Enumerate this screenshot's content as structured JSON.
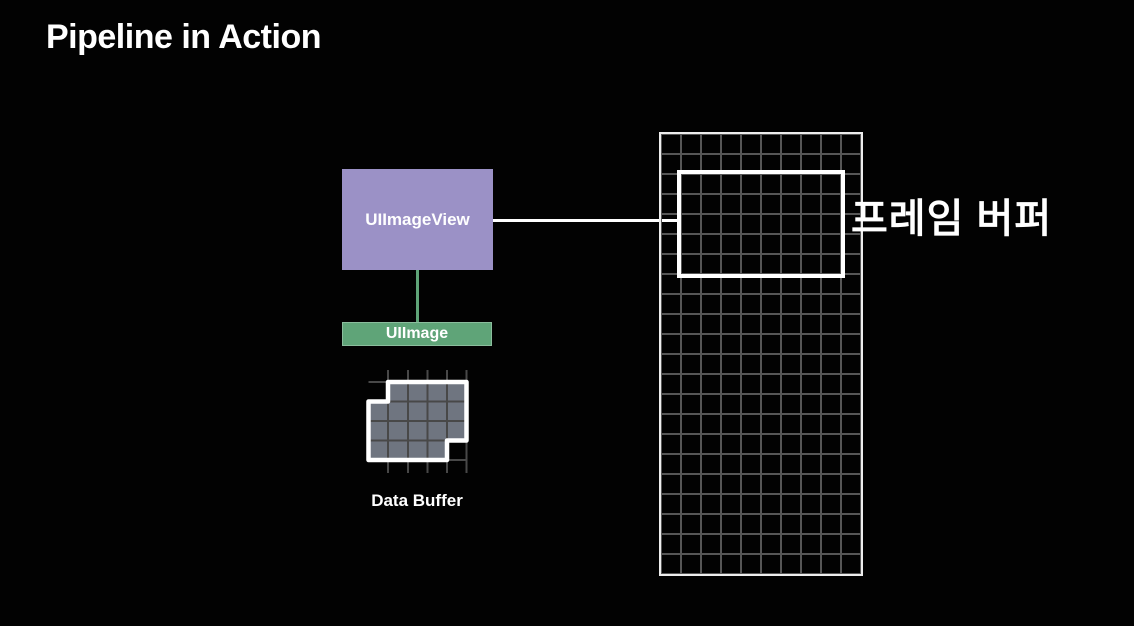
{
  "slide": {
    "title": "Pipeline in Action"
  },
  "pipeline": {
    "view_box_label": "UIImageView",
    "image_box_label": "UIImage",
    "data_buffer_label": "Data Buffer"
  },
  "frame_buffer": {
    "label": "프레임 버퍼",
    "columns": 10,
    "rows": 22,
    "cell_size": 20,
    "highlight": {
      "col_start": 1,
      "row_start": 2,
      "col_span": 8,
      "row_span": 5
    }
  },
  "colors": {
    "background": "#020202",
    "uiimageview_fill": "#9b91c6",
    "uiimage_fill": "#5fa478",
    "connector_green": "#5fa478",
    "connector_white": "#ffffff",
    "grid_line": "#565656",
    "grid_border": "#ededed",
    "buffer_fill": "#6f7580",
    "buffer_grid_line": "#484848",
    "text": "#ffffff"
  }
}
